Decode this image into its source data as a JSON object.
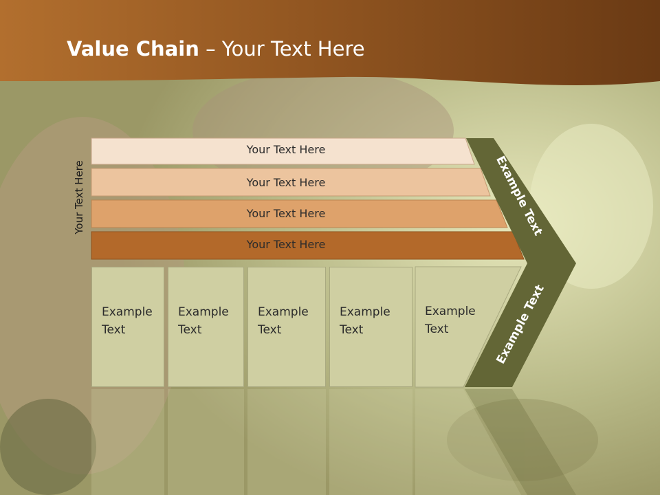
{
  "title": {
    "bold": "Value Chain",
    "rest": " – Your Text Here"
  },
  "side_label": "Your Text Here",
  "bars": [
    {
      "label": "Your Text Here",
      "color": "#f5e2cf"
    },
    {
      "label": "Your Text Here",
      "color": "#ecc49e"
    },
    {
      "label": "Your Text Here",
      "color": "#dea26b"
    },
    {
      "label": "Your Text Here",
      "color": "#b3692a"
    }
  ],
  "chevron_top": "Example Text",
  "chevron_bottom": "Example Text",
  "chevron_color": "#636636",
  "boxes": [
    {
      "text": "Example\nText"
    },
    {
      "text": "Example\nText"
    },
    {
      "text": "Example\nText"
    },
    {
      "text": "Example\nText"
    },
    {
      "text": "Example\nText"
    }
  ],
  "colors": {
    "header": "#8a4c1c",
    "box_fill": "#cfcfa2"
  }
}
